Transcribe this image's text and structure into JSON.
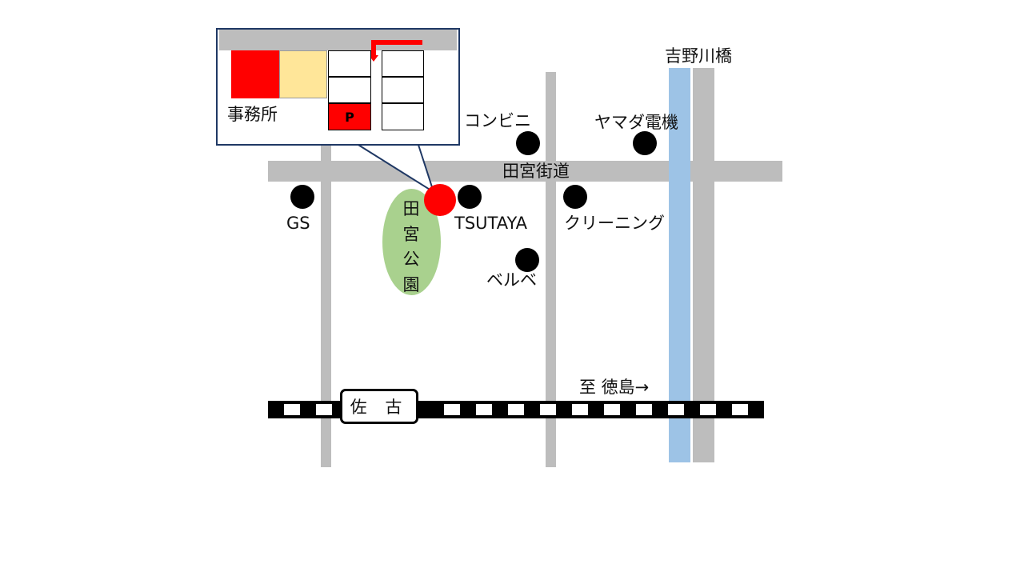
{
  "roads": {
    "main_street_label": "田宮街道",
    "bridge_label": "吉野川橋",
    "direction_label": "至 徳島→"
  },
  "station": {
    "name": "佐 古"
  },
  "park": {
    "name": [
      "田",
      "宮",
      "公",
      "園"
    ]
  },
  "landmarks": {
    "convenience_store": "コンビニ",
    "yamada_denki": "ヤマダ電機",
    "gas_station": "GS",
    "tsutaya": "TSUTAYA",
    "cleaning": "クリーニング",
    "belle": "ベルベ"
  },
  "inset": {
    "office_label": "事務所",
    "parking_label": "P"
  },
  "colors": {
    "road": "#bdbdbd",
    "river": "#9dc3e6",
    "park": "#a9d18e",
    "office_marker": "#ff0000",
    "office_building": "#ff0000",
    "office_annex": "#ffe699",
    "callout_border": "#1f3864"
  }
}
